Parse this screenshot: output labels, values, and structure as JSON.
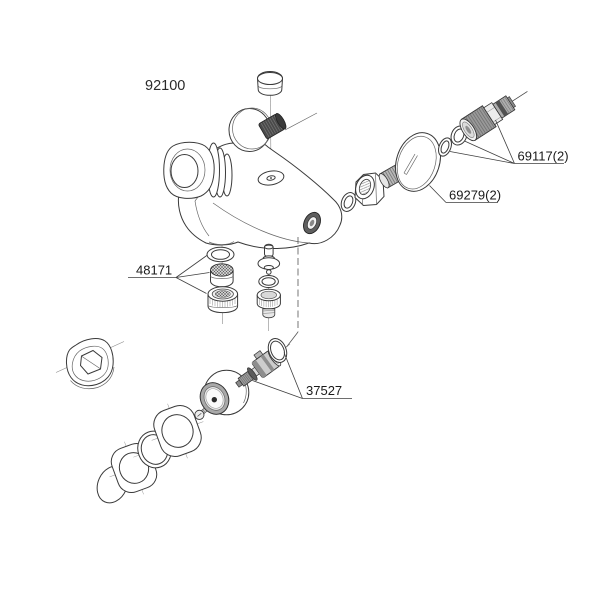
{
  "diagram": {
    "model_number": "92100",
    "part_labels": {
      "aerator": "48171",
      "cartridge": "37527",
      "escutcheon": "69279(2)",
      "s_union": "69117(2)"
    },
    "colors": {
      "line": "#3a3a3a",
      "text": "#1a1a1a",
      "metal_gray": "#9a9a9a",
      "dark_metal": "#4a4a4a",
      "background": "#ffffff"
    }
  }
}
